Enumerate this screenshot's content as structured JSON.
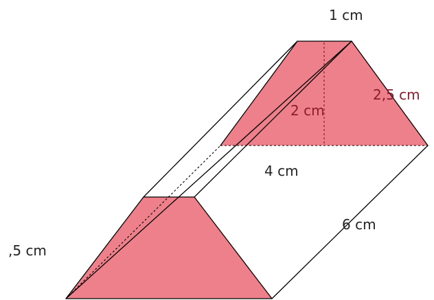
{
  "diagram": {
    "face_color": "#ed808a",
    "edge_color": "#000000",
    "labels": {
      "top_base": "1 cm",
      "height": "2 cm",
      "slant_side": "2,5 cm",
      "bottom_base": "4 cm",
      "length": "6 cm",
      "front_slant_side": ",5 cm"
    }
  }
}
